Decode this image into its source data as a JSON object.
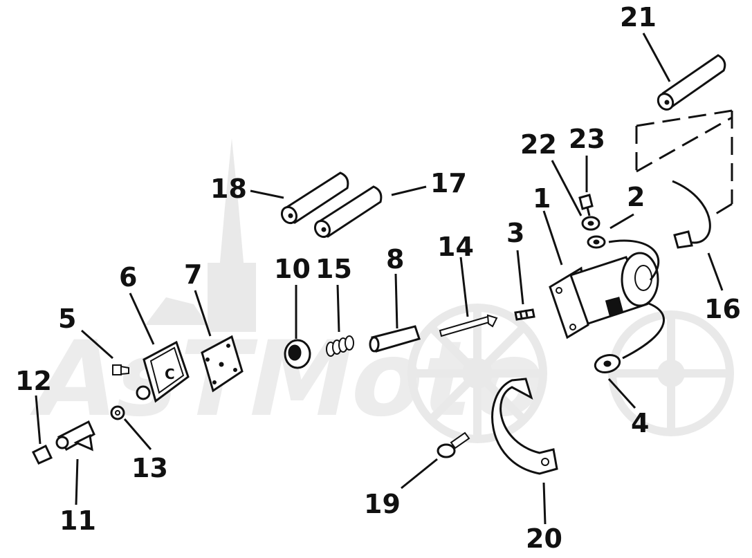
{
  "diagram": {
    "type": "exploded-parts-view",
    "callouts": [
      "1",
      "2",
      "3",
      "4",
      "5",
      "6",
      "7",
      "8",
      "10",
      "11",
      "12",
      "13",
      "14",
      "15",
      "16",
      "17",
      "18",
      "19",
      "20",
      "21",
      "22",
      "23"
    ]
  },
  "watermark": {
    "text": "AsTMoto"
  }
}
